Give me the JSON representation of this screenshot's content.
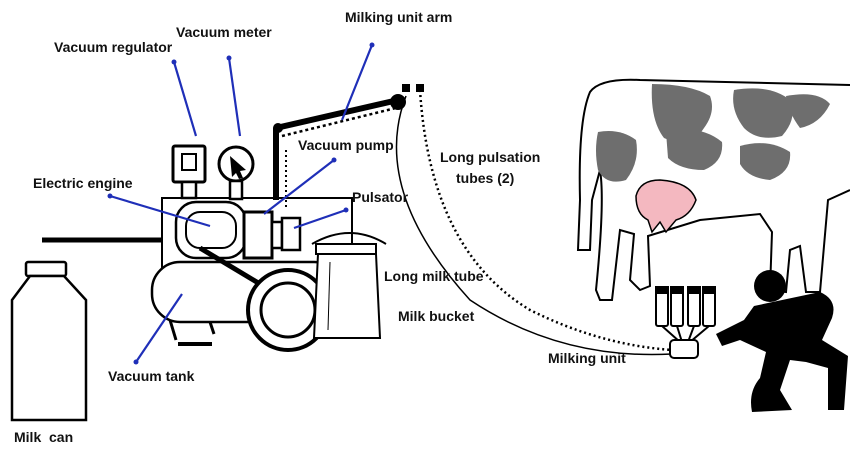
{
  "labels": {
    "vacuum_regulator": "Vacuum regulator",
    "vacuum_meter": "Vacuum meter",
    "milking_unit_arm": "Milking unit arm",
    "vacuum_pump": "Vacuum pump",
    "electric_engine": "Electric engine",
    "pulsator": "Pulsator",
    "long_pulsation_tubes_line1": "Long pulsation",
    "long_pulsation_tubes_line2": "tubes (2)",
    "long_milk_tube": "Long milk tube",
    "milk_bucket": "Milk bucket",
    "milking_unit": "Milking unit",
    "vacuum_tank": "Vacuum tank",
    "milk_can": "Milk  can"
  },
  "colors": {
    "leader_line": "#1f2fb8",
    "cow_patch": "#6e6e6e",
    "udder": "#f4b8c0",
    "outline": "#000000"
  }
}
